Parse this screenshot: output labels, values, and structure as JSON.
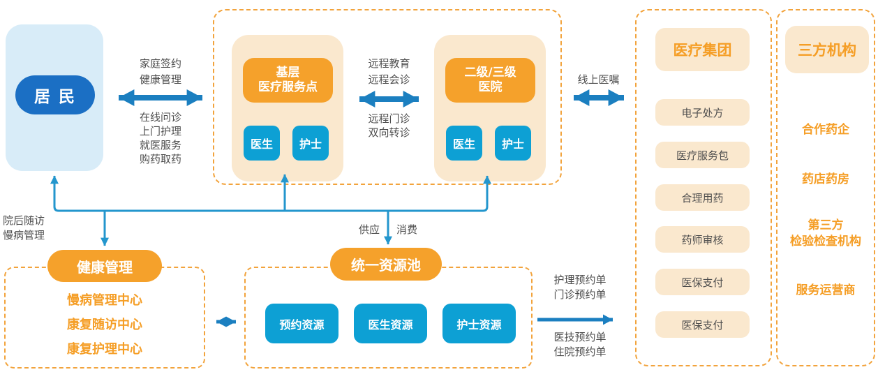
{
  "colors": {
    "orange_pill": "#F5A12B",
    "orange_text": "#F59E26",
    "cream": "#FAE8CE",
    "cyan_chip": "#0DA0D4",
    "resident_blue": "#1B6FC4",
    "resident_bg": "#D8ECF8",
    "arrow_blue": "#1B7FC0",
    "connector_blue": "#2396CD",
    "label_gray": "#4D4D4D",
    "dashed_border": "#F2A33C"
  },
  "resident": {
    "label": "居 民"
  },
  "network": {
    "primary": {
      "title": "基层\n医疗服务点",
      "staff": [
        "医生",
        "护士"
      ]
    },
    "hospital": {
      "title": "二级/三级\n医院",
      "staff": [
        "医生",
        "护士"
      ]
    }
  },
  "medical_group": {
    "title": "医疗集团",
    "items": [
      "电子处方",
      "医疗服务包",
      "合理用药",
      "药师审核",
      "医保支付",
      "医保支付"
    ]
  },
  "third_party": {
    "title": "三方机构",
    "items": [
      "合作药企",
      "药店药房",
      "第三方\n检验检查机构",
      "服务运营商"
    ]
  },
  "health_mgmt": {
    "title": "健康管理",
    "items": [
      "慢病管理中心",
      "康复随访中心",
      "康复护理中心"
    ]
  },
  "resource_pool": {
    "title": "统一资源池",
    "items": [
      "预约资源",
      "医生资源",
      "护士资源"
    ]
  },
  "labels": {
    "family": "家庭签约\n健康管理",
    "online_services": "在线问诊\n上门护理\n就医服务\n购药取药",
    "tele_top": "远程教育\n远程会诊",
    "tele_bottom": "远程门诊\n双向转诊",
    "online_order": "线上医嘱",
    "post_discharge": "院后随访\n慢病管理",
    "supply": "供应",
    "consume": "消费",
    "booking_top": "护理预约单\n门诊预约单",
    "booking_bottom": "医技预约单\n住院预约单"
  }
}
